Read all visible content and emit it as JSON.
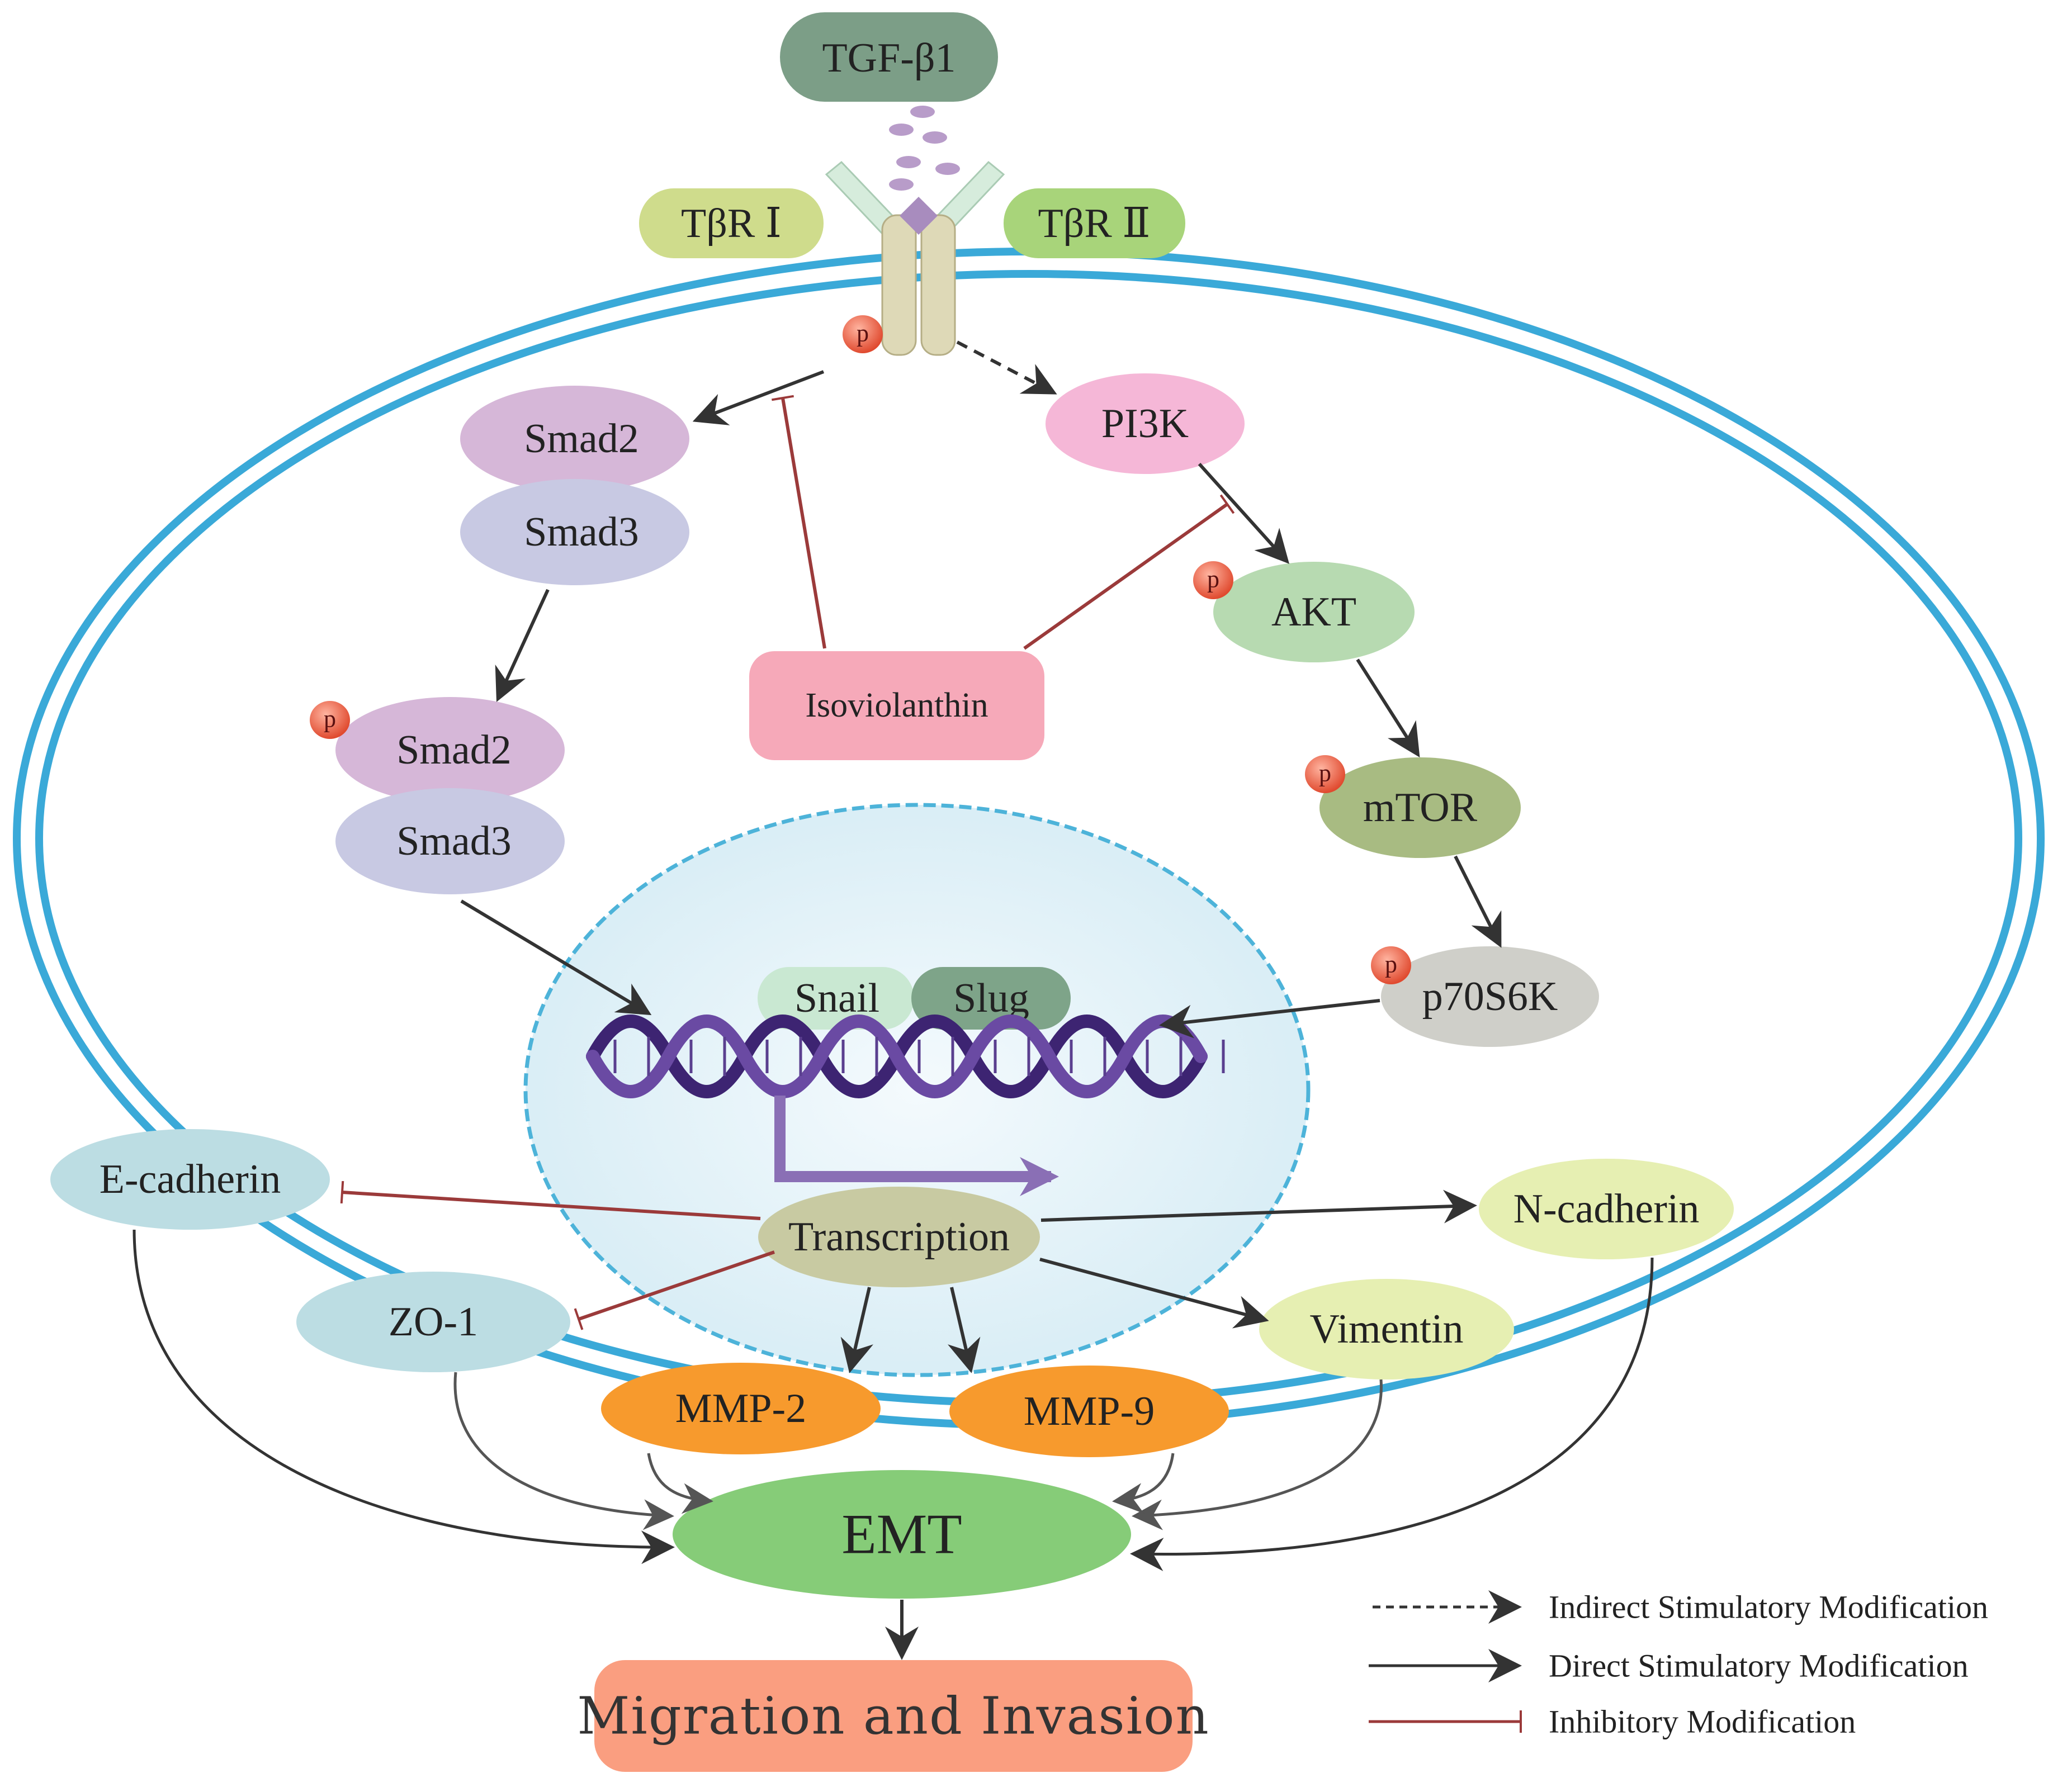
{
  "nodes": {
    "tgf": "TGF-β1",
    "tbr1": "TβR Ⅰ",
    "tbr2": "TβR Ⅱ",
    "smad2_a": "Smad2",
    "smad3_a": "Smad3",
    "smad2_b": "Smad2",
    "smad3_b": "Smad3",
    "pi3k": "PI3K",
    "akt": "AKT",
    "mtor": "mTOR",
    "p70s6k": "p70S6K",
    "isoviolanthin": "Isoviolanthin",
    "snail": "Snail",
    "slug": "Slug",
    "transcription": "Transcription",
    "ecadherin": "E-cadherin",
    "ncadherin": "N-cadherin",
    "zo1": "ZO-1",
    "vimentin": "Vimentin",
    "mmp2": "MMP-2",
    "mmp9": "MMP-9",
    "emt": "EMT",
    "migration": "Migration and Invasion"
  },
  "phospho_label": "p",
  "legend": {
    "indirect": "Indirect Stimulatory Modification",
    "direct": "Direct Stimulatory Modification",
    "inhibitory": "Inhibitory Modification"
  },
  "colors": {
    "membrane": "#3aa9d8",
    "nucleus_fill": "#e6f3f8",
    "activation_arrow": "#333333",
    "inhibition": "#9b3a3a",
    "transcription_arrow": "#8a6fb5"
  }
}
